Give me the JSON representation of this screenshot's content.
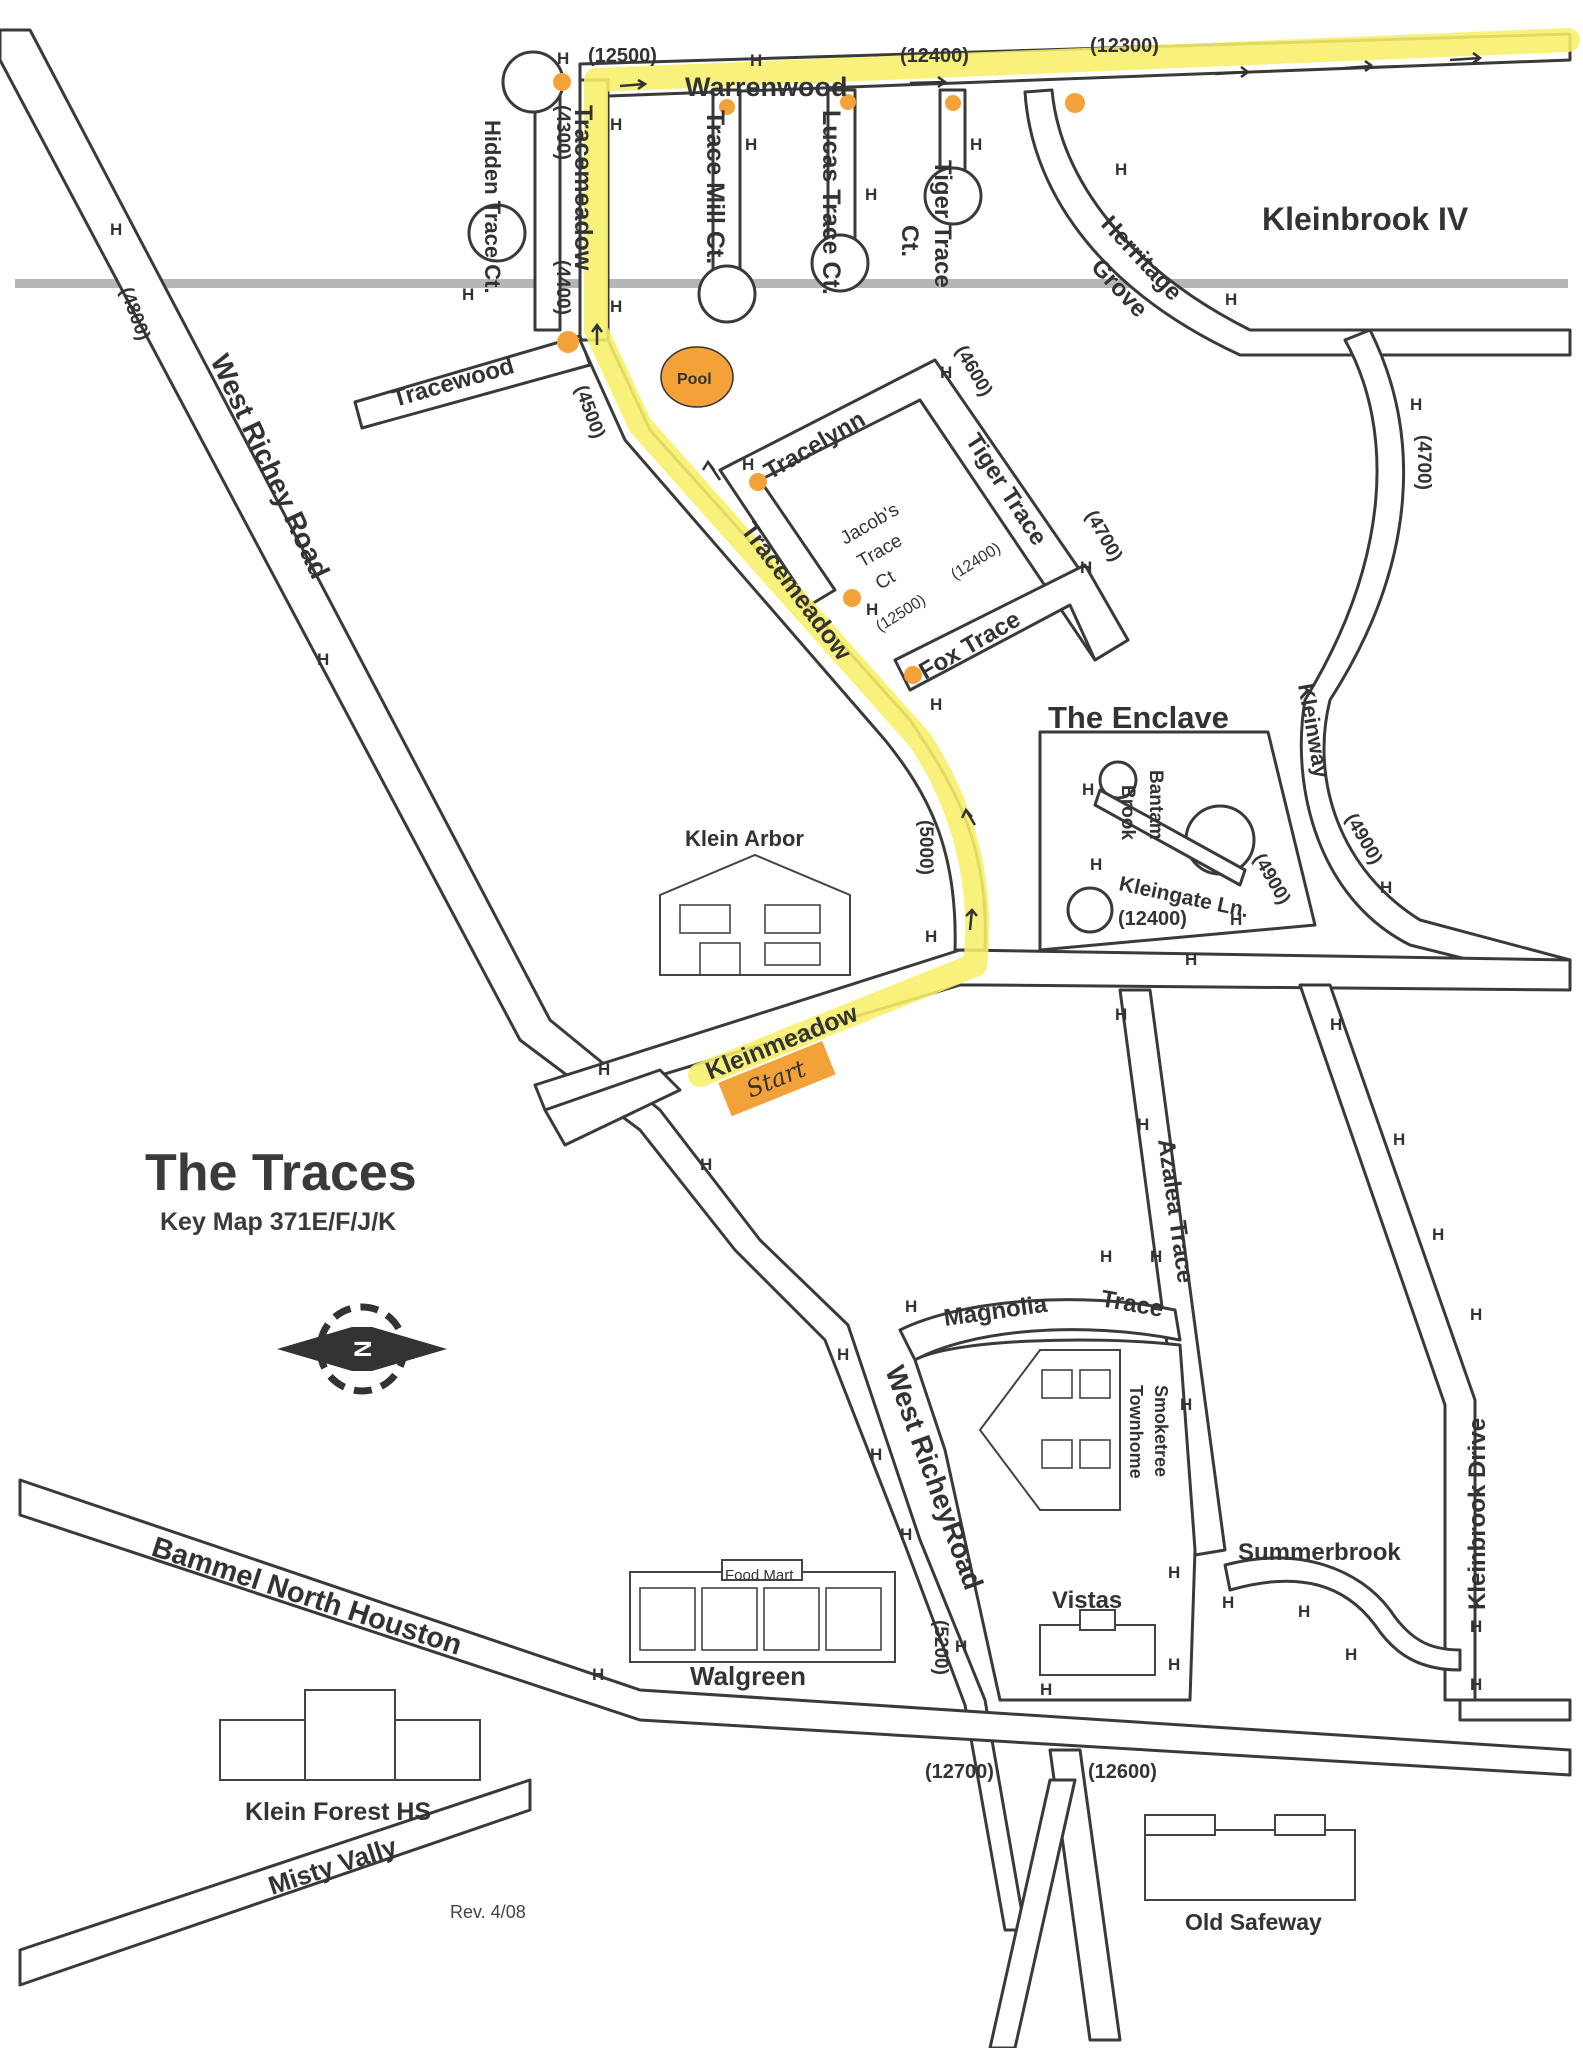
{
  "title": "The Traces",
  "subtitle": "Key Map 371E/F/J/K",
  "revision": "Rev. 4/08",
  "start_label": "Start",
  "colors": {
    "route": "#f7f06a",
    "marker": "#f3a23a",
    "road_outline": "#3a3a3a"
  },
  "compass": {
    "label": "N",
    "icon": "north-arrow-compass"
  },
  "roads": {
    "warrenwood": "Warrenwood",
    "tracemeadow_north": "Tracemeadow",
    "tracemeadow_south": "Tracemeadow",
    "trace_mill": "Trace Mill Ct.",
    "lucas_trace": "Lucas Trace Ct.",
    "tiger_trace_ct_a": "Tiger",
    "tiger_trace_ct_b": "Trace",
    "tiger_trace_ct_c": "Ct.",
    "hidden_trace": "Hidden Trace Ct.",
    "tracewood": "Tracewood",
    "tracelynn": "Tracelynn",
    "tiger_trace": "Tiger Trace",
    "jacobs_a": "Jacob's",
    "jacobs_b": "Trace",
    "jacobs_c": "Ct",
    "fox_trace": "Fox Trace",
    "heritage_a": "Herritage",
    "heritage_b": "Grove",
    "kleinway": "Kleinway",
    "bantam": "Bantam",
    "brook": "Brook",
    "kleingate": "Kleingate Ln.",
    "kleinmeadow": "Kleinmeadow",
    "azalea": "Azalea Trace",
    "magnolia": "Magnolia",
    "magnolia_trace": "Trace",
    "west_richey_a": "West Richey Road",
    "west_richey_b": "West RicheyRoad",
    "bammel": "Bammel North Houston",
    "misty": "Misty Vally",
    "summerbrook": "Summerbrook",
    "kleinbrook_dr": "Kleinbrook Drive"
  },
  "areas": {
    "kleinbrook_iv": "Kleinbrook IV",
    "enclave": "The Enclave",
    "klein_arbor": "Klein Arbor",
    "pool": "Pool",
    "smoketree_a": "Smoketree",
    "smoketree_b": "Townhome",
    "vistas": "Vistas",
    "walgreen": "Walgreen",
    "food_mart": "Food Mart",
    "klein_forest": "Klein Forest HS",
    "old_safeway": "Old Safeway"
  },
  "blocks": {
    "b12500": "(12500)",
    "b12400_top": "(12400)",
    "b12300": "(12300)",
    "b4300": "(4300)",
    "b4400": "(4400)",
    "b4500": "(4500)",
    "b4600": "(4600)",
    "b4700_a": "(4700)",
    "b4700_b": "(4700)",
    "b4800": "(4800)",
    "b4900_a": "(4900)",
    "b4900_b": "(4900)",
    "b5000": "(5000)",
    "b5200": "(5200)",
    "b12400_jacob": "(12400)",
    "b12500_jacob": "(12500)",
    "b12400_kleingate": "(12400)",
    "b12700": "(12700)",
    "b12600": "(12600)"
  },
  "hydrant_label": "H"
}
